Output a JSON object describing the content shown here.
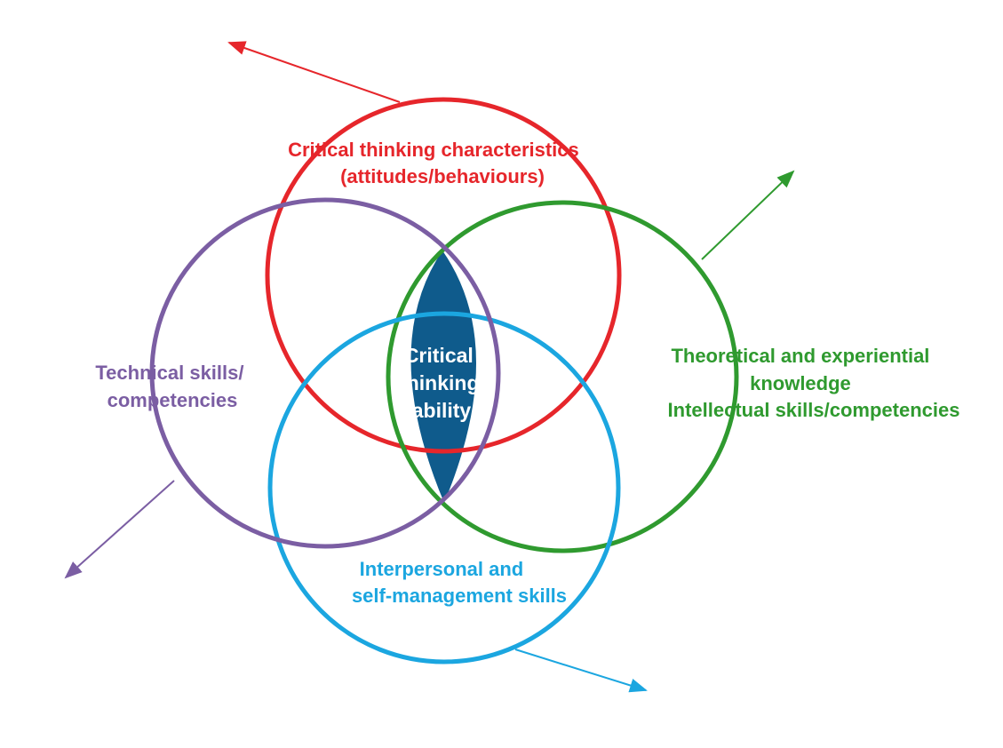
{
  "colors": {
    "red": "#e6262b",
    "purple": "#7b5ea3",
    "green": "#2f9a2f",
    "blue": "#1ba6e0",
    "center_fill": "#0f5b8c",
    "center_text": "#ffffff"
  },
  "circles": {
    "top": {
      "label_lines": [
        "Critical thinking characteristics",
        "(attitudes/behaviours)"
      ]
    },
    "left": {
      "label_lines": [
        "Technical skills/",
        "competencies"
      ]
    },
    "right": {
      "label_lines": [
        "Theoretical and experiential",
        "knowledge",
        "Intellectual skills/competencies"
      ]
    },
    "bottom": {
      "label_lines": [
        "Interpersonal and",
        "self-management skills"
      ]
    }
  },
  "center": {
    "label_lines": [
      "Critical",
      "thinking",
      "ability"
    ]
  }
}
